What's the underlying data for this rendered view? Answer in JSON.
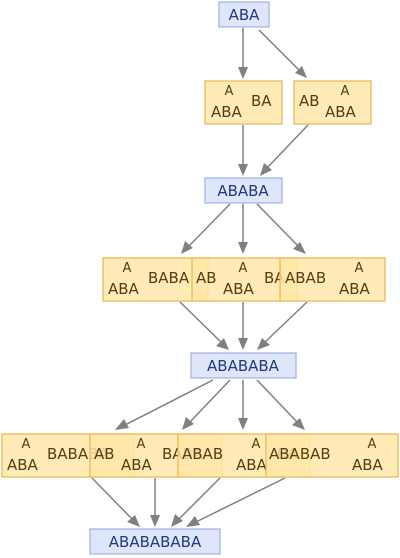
{
  "words": [
    "ABA",
    "ABABA",
    "ABABABA",
    "ABABABABA"
  ],
  "events_row1": [
    {
      "top": "A",
      "left": "",
      "mid": "ABA",
      "right": "BA"
    },
    {
      "top": "A",
      "left": "AB",
      "mid": "ABA",
      "right": ""
    }
  ],
  "events_row2": [
    {
      "top": "A",
      "left": "",
      "mid": "ABA",
      "right": "BABA"
    },
    {
      "top": "A",
      "left": "AB",
      "mid": "ABA",
      "right": "BA"
    },
    {
      "top": "A",
      "left": "ABAB",
      "mid": "ABA",
      "right": ""
    }
  ],
  "events_row3": [
    {
      "top": "A",
      "left": "",
      "mid": "ABA",
      "right": "BABABA"
    },
    {
      "top": "A",
      "left": "AB",
      "mid": "ABA",
      "right": "BABA"
    },
    {
      "top": "A",
      "left": "ABAB",
      "mid": "ABA",
      "right": "BA"
    },
    {
      "top": "A",
      "left": "ABABAB",
      "mid": "ABA",
      "right": ""
    }
  ]
}
